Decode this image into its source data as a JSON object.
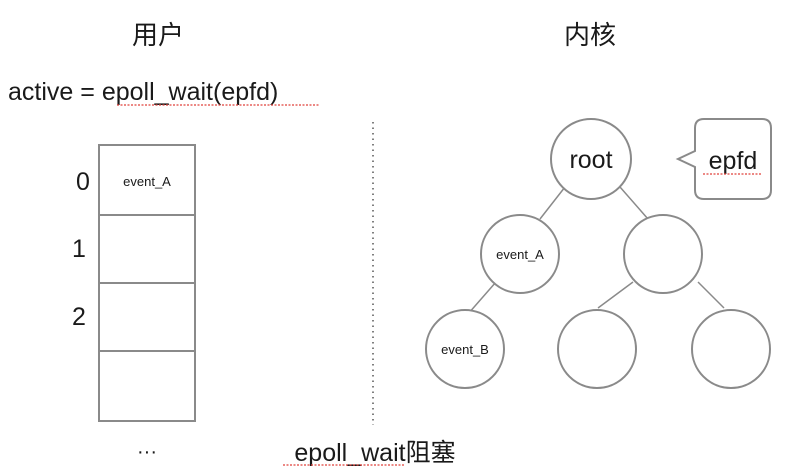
{
  "user_section": {
    "title": "用户",
    "code_prefix": "active = ",
    "code_call": "epoll_wait(epfd)"
  },
  "kernel_section": {
    "title": "内核"
  },
  "array": {
    "indices": [
      "0",
      "1",
      "2"
    ],
    "cells": [
      "event_A",
      "",
      "",
      ""
    ],
    "ellipsis": "···"
  },
  "tree": {
    "root": "root",
    "epfd_callout": "epfd",
    "nodes": [
      "event_A",
      "",
      "event_B",
      "",
      ""
    ]
  },
  "footer": {
    "caption": "epoll_wait阻塞"
  },
  "colors": {
    "stroke": "#8a8a8a",
    "text": "#1a1a1a",
    "spellcheck_underline": "#e0403a"
  }
}
